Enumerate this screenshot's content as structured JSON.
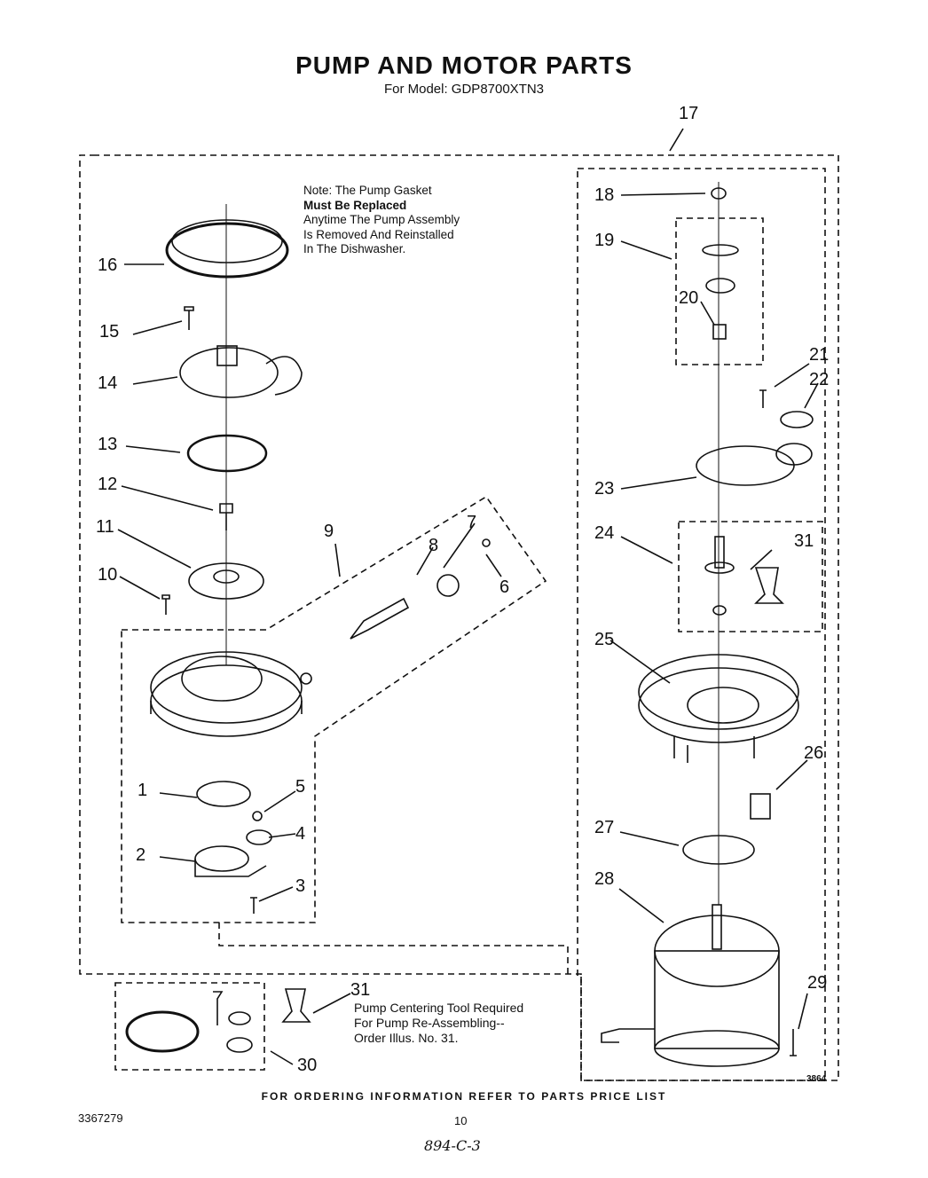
{
  "header": {
    "title": "PUMP AND MOTOR PARTS",
    "subtitle": "For Model: GDP8700XTN3"
  },
  "note": {
    "lines": [
      "Note: The Pump Gasket",
      "Must Be Replaced",
      "Anytime The Pump Assembly",
      "Is Removed And Reinstalled",
      "In The Dishwasher."
    ]
  },
  "pump_tool_note": {
    "lines": [
      "Pump Centering Tool Required",
      "For Pump Re-Assembling--",
      "Order Illus. No. 31."
    ]
  },
  "callouts": [
    "1",
    "2",
    "3",
    "4",
    "5",
    "6",
    "7",
    "8",
    "9",
    "10",
    "11",
    "12",
    "13",
    "14",
    "15",
    "16",
    "17",
    "18",
    "19",
    "20",
    "21",
    "22",
    "23",
    "24",
    "25",
    "26",
    "27",
    "28",
    "29",
    "30",
    "31",
    "31"
  ],
  "footer": {
    "ordering": "FOR ORDERING INFORMATION REFER TO PARTS PRICE LIST",
    "doc_number": "3367279",
    "page_number": "10",
    "handwritten": "894-C-3",
    "drawing_code": "3864"
  },
  "colors": {
    "line": "#111111",
    "background": "#ffffff"
  }
}
